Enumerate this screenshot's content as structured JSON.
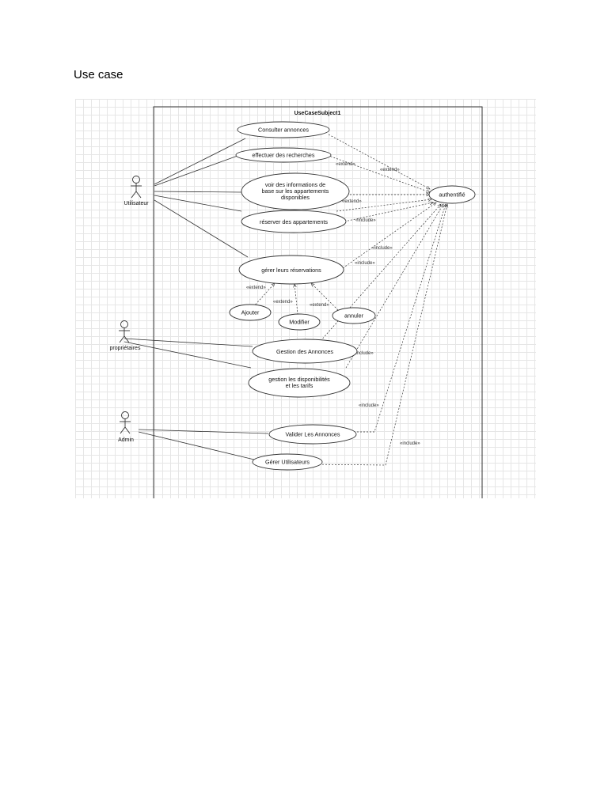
{
  "document": {
    "heading": "Use case"
  },
  "diagram": {
    "boundary_title": "UseCaseSubject1",
    "actors": {
      "utilisateur": "Utilisateur",
      "proprietaires": "propriétaires",
      "admin": "Admin"
    },
    "use_cases": {
      "consulter": [
        "Consulter annonces"
      ],
      "recherches": [
        "effectuer des recherches"
      ],
      "voir_infos": [
        "voir des informations de",
        "base sur les appartements",
        "disponibles"
      ],
      "reserver": [
        "réserver des appartements"
      ],
      "gerer_reservations": [
        "gérer leurs réservations"
      ],
      "ajouter": [
        "Ajouter"
      ],
      "modifier": [
        "Modifier"
      ],
      "annuler": [
        "annuler"
      ],
      "gestion_annonces": [
        "Gestion des Annonces"
      ],
      "gestion_dispo": [
        "gestion les disponibilités",
        "et les tarifs"
      ],
      "valider": [
        "Valider Les  Annonces"
      ],
      "gerer_utilisateurs": [
        "Gérer Utilisateurs"
      ],
      "authentifie": [
        "authentifié"
      ]
    },
    "relations": {
      "extend": "«extend»",
      "include": "«include»",
      "include_alt": "«include«"
    }
  }
}
